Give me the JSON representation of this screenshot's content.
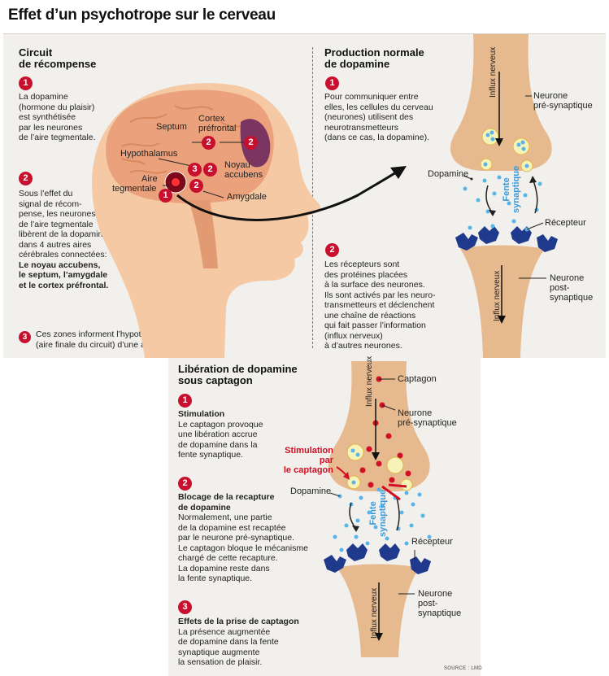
{
  "title": "Effet d’un psychotrope sur le cerveau",
  "reward": {
    "heading_1": "Circuit",
    "heading_2": "de récompense",
    "step1_num": "1",
    "step1_lines": [
      "La dopamine",
      "(hormone du plaisir)",
      "est synthétisée",
      "par les neurones",
      "de l’aire tegmentale."
    ],
    "step2_num": "2",
    "step2_lines": [
      "Sous l’effet du",
      "signal de récom-",
      "pense, les neurones",
      "de l’aire tegmentale",
      "libèrent de la dopamine",
      "dans 4 autres aires",
      "cérébrales connectées:"
    ],
    "step2_bold_lines": [
      "Le noyau accubens,",
      "le septum, l’amygdale",
      "et le cortex préfrontal."
    ],
    "step3_num": "3",
    "step3_lines": [
      "Ces zones informent l’hypotalamus",
      "(aire finale du circuit) d’une action plaisante."
    ]
  },
  "brain_labels": {
    "septum": "Septum",
    "cortex_1": "Cortex",
    "cortex_2": "préfrontal",
    "hypothalamus": "Hypothalamus",
    "aire_1": "Aire",
    "aire_2": "tegmentale",
    "noyau_1": "Noyau",
    "noyau_2": "accubens",
    "amygdale": "Amygdale",
    "badge_1": "1",
    "badge_2": "2",
    "badge_3": "3"
  },
  "normal": {
    "heading_1": "Production normale",
    "heading_2": "de dopamine",
    "step1_num": "1",
    "step1_lines": [
      "Pour communiquer entre",
      "elles, les cellules du cerveau",
      "(neurones) utilisent des",
      "neurotransmetteurs",
      "(dans ce cas, la dopamine)."
    ],
    "step2_num": "2",
    "step2_lines": [
      "Les récepteurs sont",
      "des protéines placées",
      "à la surface des neurones.",
      "Ils sont activés par les neuro-",
      "transmetteurs et déclenchent",
      "une chaîne de réactions",
      "qui fait passer l’information",
      "(influx nerveux)",
      "à d’autres neurones."
    ]
  },
  "synapse_labels": {
    "influx": "Influx nerveux",
    "pre_1": "Neurone",
    "pre_2": "pré-synaptique",
    "dopamine": "Dopamine",
    "fente_1": "Fente",
    "fente_2": "synaptique",
    "recepteur": "Récepteur",
    "post_1": "Neurone",
    "post_2": "post-",
    "post_3": "synaptique",
    "captagon": "Captagon",
    "stim_1": "Stimulation par",
    "stim_2": "le captagon"
  },
  "captagon": {
    "heading_1": "Libération de dopamine",
    "heading_2": "sous captagon",
    "step1_num": "1",
    "step1_title": "Stimulation",
    "step1_lines": [
      "Le captagon provoque",
      "une libération accrue",
      "de dopamine dans la",
      "fente synaptique."
    ],
    "step2_num": "2",
    "step2_title_1": "Blocage de la recapture",
    "step2_title_2": "de dopamine",
    "step2_lines": [
      "Normalement, une partie",
      "de la dopamine est recaptée",
      "par le neurone pré-synaptique.",
      "Le captagon bloque le mécanisme",
      "chargé de cette recapture.",
      "La dopamine reste dans",
      "la fente synaptique."
    ],
    "step3_num": "3",
    "step3_title": "Effets de la prise de captagon",
    "step3_lines": [
      "La présence augmentée",
      "de dopamine dans la fente",
      "synaptique augmente",
      "la sensation de plaisir."
    ]
  },
  "source": "SOURCE : LMD",
  "colors": {
    "neuron": "#e7b98e",
    "receptor": "#1f3a8c",
    "dopamine": "#5bb4e8",
    "accent_red": "#c8102e",
    "skin": "#f4c9a3",
    "brain": "#eba27c"
  }
}
